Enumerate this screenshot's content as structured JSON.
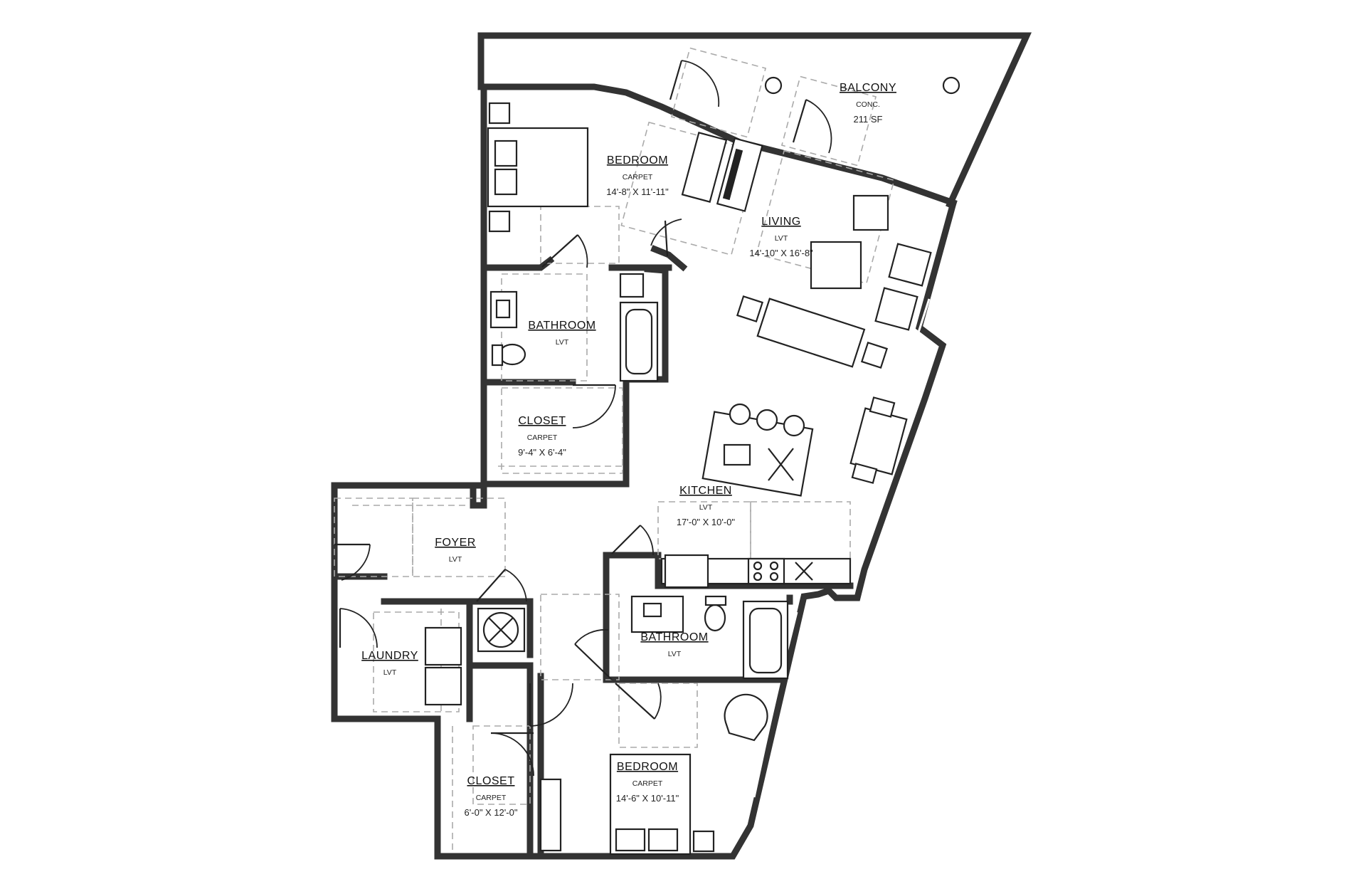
{
  "rooms": {
    "balcony": {
      "name": "BALCONY",
      "material": "CONC.",
      "size": "211 SF"
    },
    "bedroom_master": {
      "name": "BEDROOM",
      "material": "CARPET",
      "size": "14'-8\" X 11'-11\""
    },
    "living": {
      "name": "LIVING",
      "material": "LVT",
      "size": "14'-10\" X 16'-8\""
    },
    "bathroom_upper": {
      "name": "BATHROOM",
      "material": "LVT",
      "size": ""
    },
    "closet_upper": {
      "name": "CLOSET",
      "material": "CARPET",
      "size": "9'-4\" X 6'-4\""
    },
    "kitchen": {
      "name": "KITCHEN",
      "material": "LVT",
      "size": "17'-0\" X 10'-0\""
    },
    "foyer": {
      "name": "FOYER",
      "material": "LVT",
      "size": ""
    },
    "laundry": {
      "name": "LAUNDRY",
      "material": "LVT",
      "size": ""
    },
    "bathroom_lower": {
      "name": "BATHROOM",
      "material": "LVT",
      "size": ""
    },
    "closet_lower": {
      "name": "CLOSET",
      "material": "CARPET",
      "size": "6'-0\" X 12'-0\""
    },
    "bedroom_second": {
      "name": "BEDROOM",
      "material": "CARPET",
      "size": "14'-6\" X 10'-11\""
    }
  },
  "colors": {
    "wall": "#333333",
    "line": "#222222",
    "dashed": "#aaaaaa",
    "background": "#ffffff"
  }
}
